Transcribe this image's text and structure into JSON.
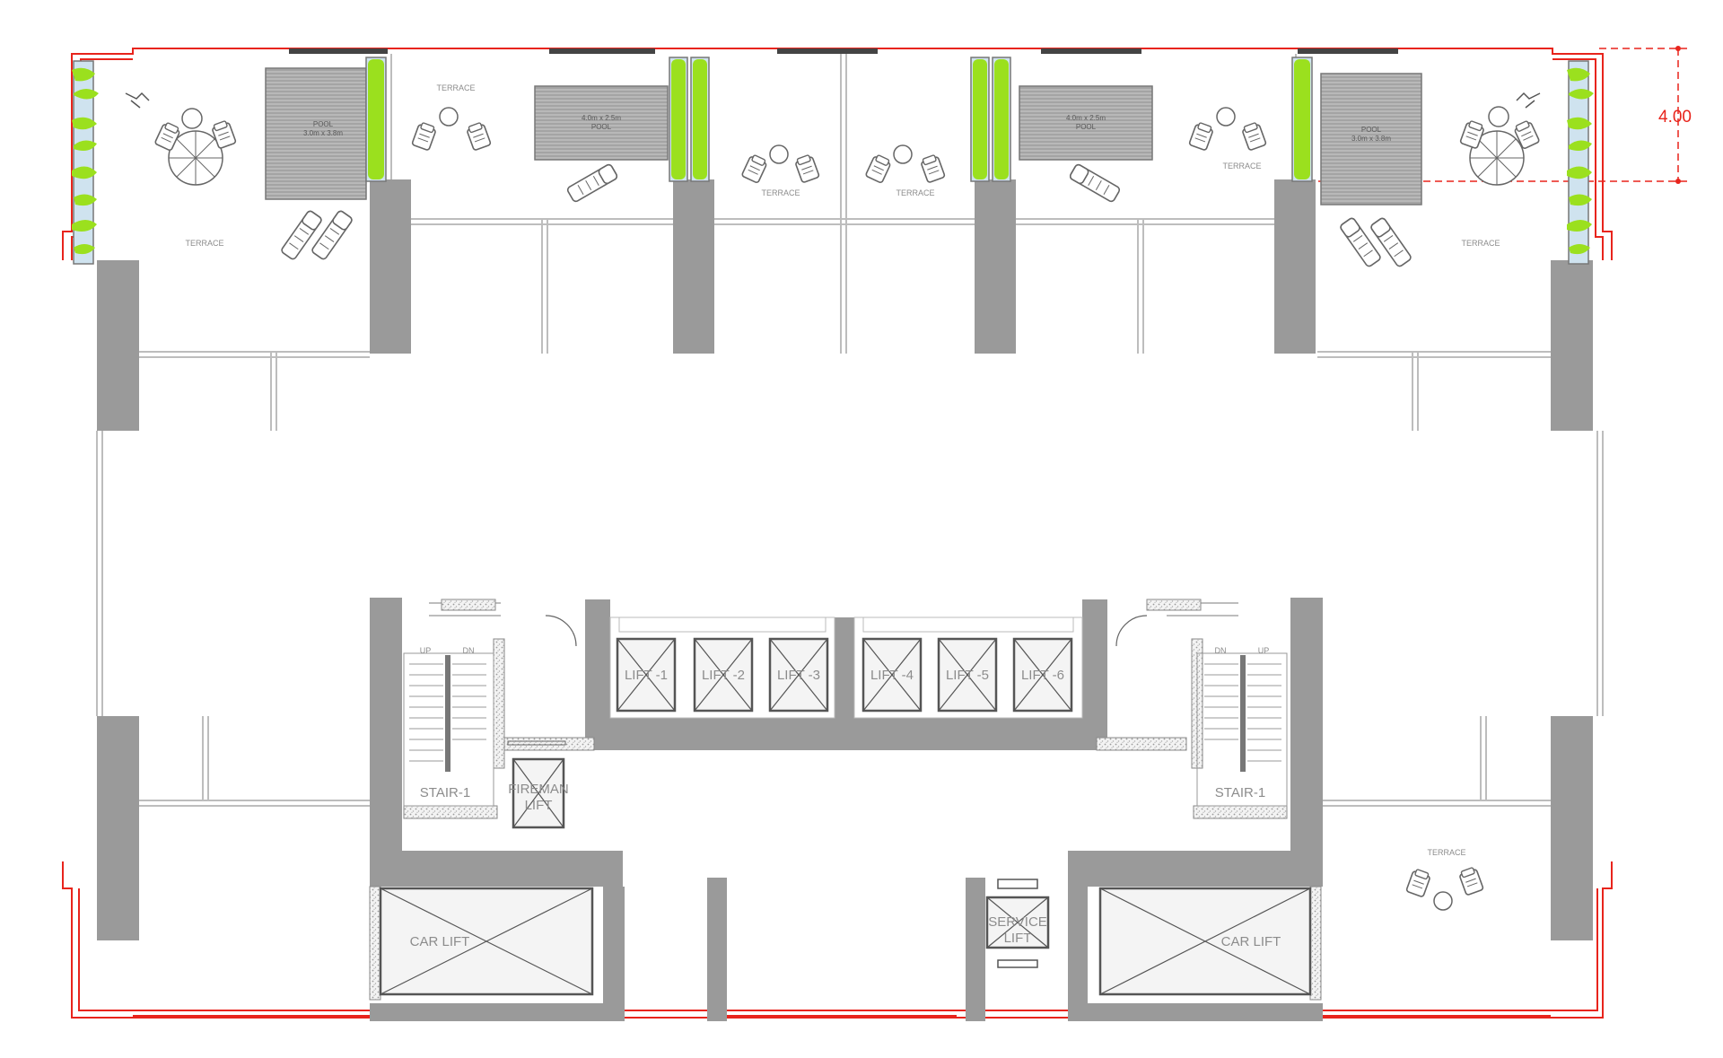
{
  "plan": {
    "dimension_label": "4.00",
    "terrace_label": "TERRACE",
    "pool_labels": {
      "pool_a": {
        "name": "POOL",
        "size": "3.0m x 3.8m"
      },
      "pool_b": {
        "name": "POOL",
        "size": "4.0m x 2.5m"
      },
      "pool_c": {
        "name": "POOL",
        "size": "4.0m x 2.5m"
      },
      "pool_d": {
        "name": "POOL",
        "size": "3.0m x 3.8m"
      }
    },
    "lifts": [
      "LIFT -1",
      "LIFT -2",
      "LIFT -3",
      "LIFT -4",
      "LIFT -5",
      "LIFT -6"
    ],
    "stair_left": {
      "name": "STAIR-1",
      "up": "UP",
      "down": "DN"
    },
    "stair_right": {
      "name": "STAIR-1",
      "up": "UP",
      "down": "DN"
    },
    "fireman_lift": {
      "line1": "FIREMAN",
      "line2": "LIFT"
    },
    "service_lift": {
      "line1": "SERVICE",
      "line2": "LIFT"
    },
    "car_lift_left": "CAR LIFT",
    "car_lift_right": "CAR LIFT"
  },
  "colors": {
    "wall": "#9a9a9a",
    "boundary": "#e8241c",
    "planter": "#9be01e",
    "pool_fill": "#b4b4b4",
    "line": "#bdbdbd",
    "text": "#8c8c8c"
  },
  "icons": [
    "umbrella-icon",
    "chair-icon",
    "sun-lounger-icon",
    "table-icon",
    "planter-icon",
    "guitar-player-icon",
    "door-swing-icon"
  ]
}
